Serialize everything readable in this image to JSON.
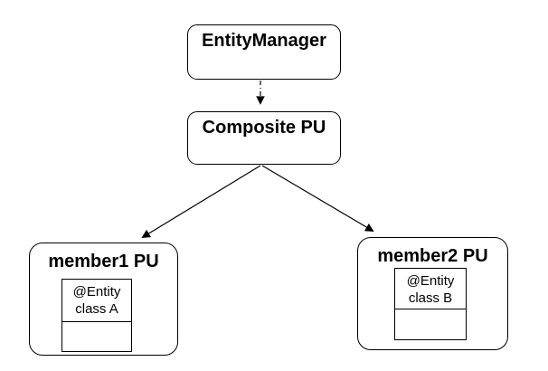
{
  "diagram": {
    "background_color": "#ffffff",
    "line_color": "#000000",
    "nodes": {
      "entity_manager": {
        "label": "EntityManager"
      },
      "composite_pu": {
        "label": "Composite PU"
      },
      "member1_pu": {
        "label": "member1 PU",
        "class_box": {
          "annotation": "@Entity",
          "class_name": "class A"
        }
      },
      "member2_pu": {
        "label": "member2 PU",
        "class_box": {
          "annotation": "@Entity",
          "class_name": "class B"
        }
      }
    },
    "edges": [
      {
        "from": "entity_manager",
        "to": "composite_pu",
        "style": "dashed",
        "arrowhead": "filled-triangle"
      },
      {
        "from": "composite_pu",
        "to": "member1_pu",
        "style": "solid",
        "arrowhead": "filled-triangle"
      },
      {
        "from": "composite_pu",
        "to": "member2_pu",
        "style": "solid",
        "arrowhead": "filled-triangle"
      }
    ]
  }
}
